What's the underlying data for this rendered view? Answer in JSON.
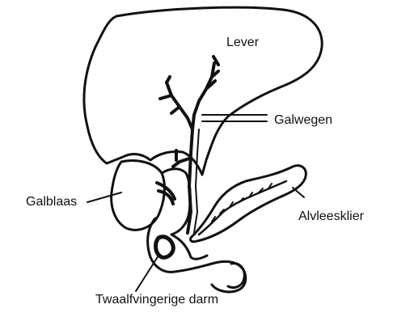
{
  "labels": {
    "lever": "Lever",
    "galwegen": "Galwegen",
    "galblaas": "Galblaas",
    "alvleesklier": "Alvleesklier",
    "twaalfvingerige_darm": "Twaalfvingerige darm"
  },
  "colors": {
    "line": "#111111",
    "background": "#ffffff"
  }
}
